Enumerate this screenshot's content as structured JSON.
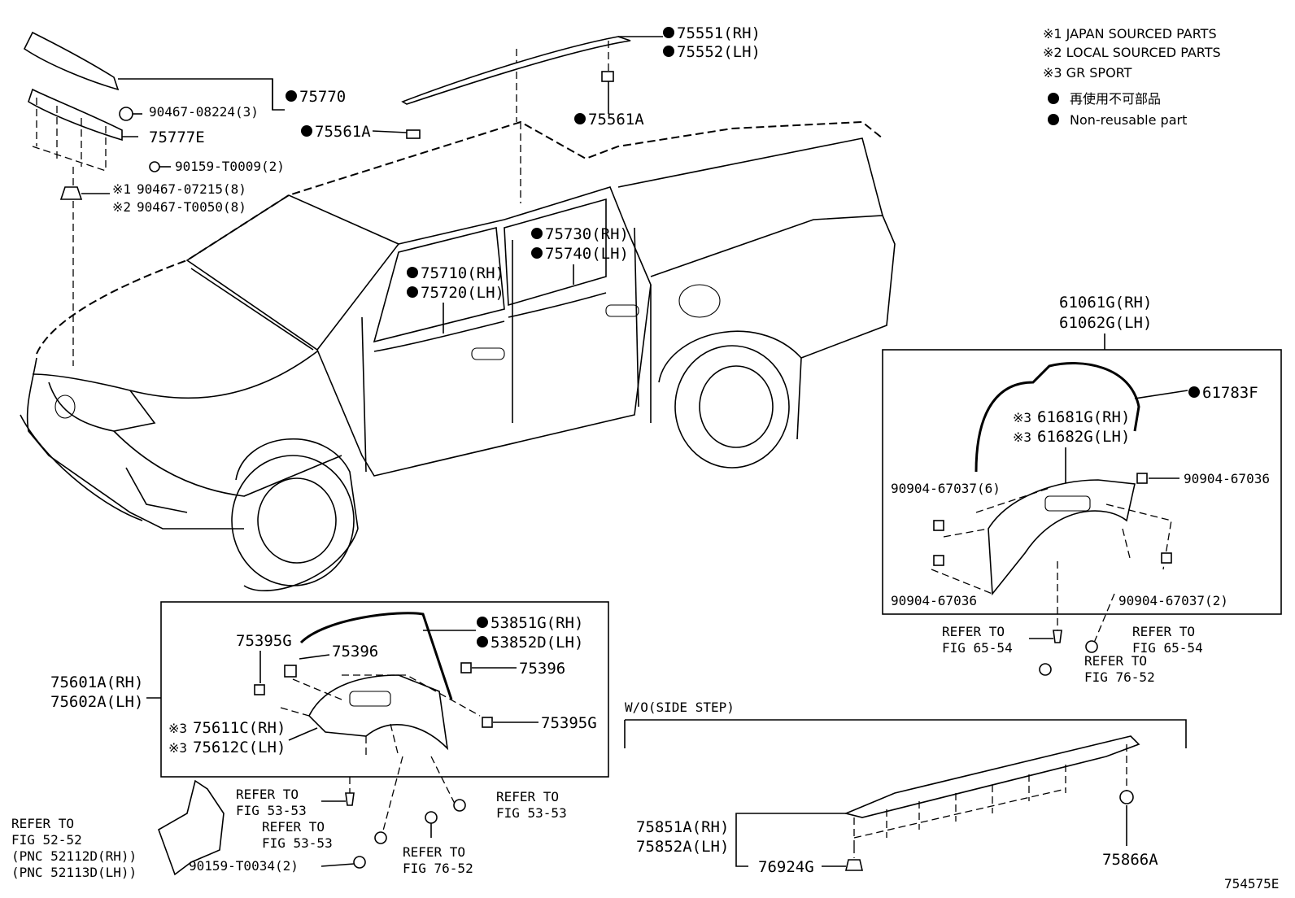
{
  "legend": {
    "note1": "※1 JAPAN SOURCED PARTS",
    "note2": "※2 LOCAL SOURCED PARTS",
    "note3": "※3 GR SPORT",
    "nonreusable_jp": "再使用不可部品",
    "nonreusable_en": "Non-reusable part"
  },
  "labels": {
    "p75551": "75551(RH)",
    "p75552": "75552(LH)",
    "p75770": "75770",
    "p90467_08224": "90467-08224(3)",
    "p75777E": "75777E",
    "p75561A_left": "75561A",
    "p75561A_right": "75561A",
    "p90159_T0009": "90159-T0009(2)",
    "m1": "※1",
    "p90467_07215": "90467-07215(8)",
    "m2": "※2",
    "p90467_T0050": "90467-T0050(8)",
    "p75730": "75730(RH)",
    "p75740": "75740(LH)",
    "p75710": "75710(RH)",
    "p75720": "75720(LH)",
    "p61061G": "61061G(RH)",
    "p61062G": "61062G(LH)",
    "p61783F": "61783F",
    "m3a": "※3",
    "p61681G": "61681G(RH)",
    "m3b": "※3",
    "p61682G": "61682G(LH)",
    "p90904_67037_6": "90904-67037(6)",
    "p90904_67036_r": "90904-67036",
    "p90904_67036_l": "90904-67036",
    "p90904_67037_2": "90904-67037(2)",
    "refer_65_54a_1": "REFER TO",
    "refer_65_54a_2": "FIG 65-54",
    "refer_65_54b_1": "REFER TO",
    "refer_65_54b_2": "FIG 65-54",
    "refer_76_52a_1": "REFER TO",
    "refer_76_52a_2": "FIG 76-52",
    "p75395G_top": "75395G",
    "p75396_top": "75396",
    "p53851G": "53851G(RH)",
    "p53852D": "53852D(LH)",
    "p75396_right": "75396",
    "p75601A": "75601A(RH)",
    "p75602A": "75602A(LH)",
    "p75395G_right": "75395G",
    "m3c": "※3",
    "p75611C": "75611C(RH)",
    "m3d": "※3",
    "p75612C": "75612C(LH)",
    "wo_side_step": "W/O(SIDE STEP)",
    "refer_53_53a_1": "REFER TO",
    "refer_53_53a_2": "FIG 53-53",
    "refer_53_53b_1": "REFER TO",
    "refer_53_53b_2": "FIG 53-53",
    "refer_53_53c_1": "REFER TO",
    "refer_53_53c_2": "FIG 53-53",
    "refer_52_52_1": "REFER TO",
    "refer_52_52_2": "FIG 52-52",
    "pnc_52112D": "(PNC 52112D(RH))",
    "pnc_52113D": "(PNC 52113D(LH))",
    "p90159_T0034": "90159-T0034(2)",
    "refer_76_52b_1": "REFER TO",
    "refer_76_52b_2": "FIG 76-52",
    "p75851A": "75851A(RH)",
    "p75852A": "75852A(LH)",
    "p76924G": "76924G",
    "p75866A": "75866A",
    "fig_code": "754575E"
  }
}
